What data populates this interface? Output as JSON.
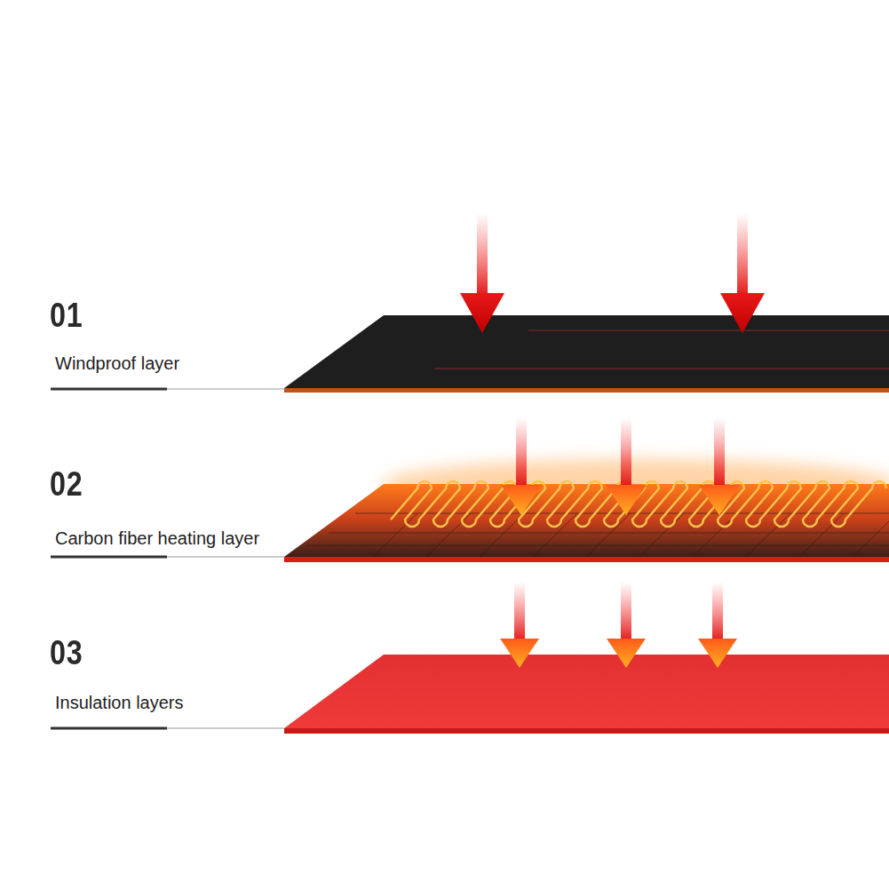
{
  "diagram": {
    "labels": [
      "01",
      "Windproof layer",
      "02",
      "Carbon fiber heating layer",
      "03",
      "Insulation layers"
    ]
  }
}
